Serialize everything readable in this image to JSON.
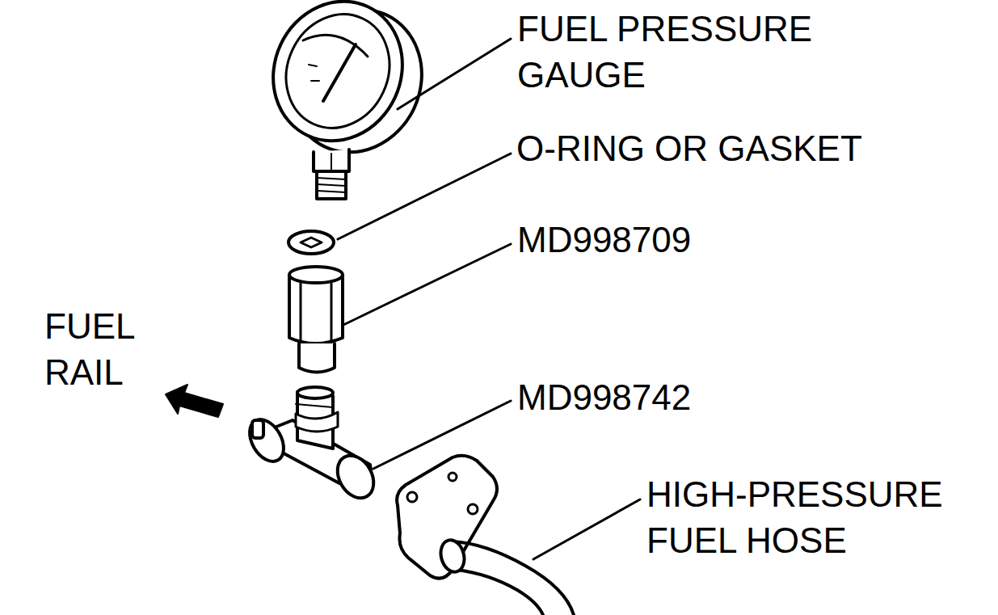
{
  "diagram": {
    "labels": [
      "FUEL PRESSURE GAUGE",
      "O-RING OR GASKET",
      "MD998709",
      "FUEL RAIL",
      "MD998742",
      "HIGH-PRESSURE FUEL HOSE"
    ]
  }
}
